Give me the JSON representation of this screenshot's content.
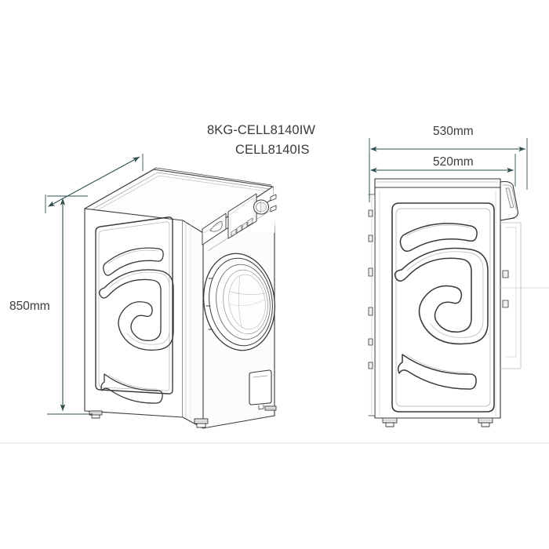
{
  "document": {
    "type": "technical-dimension-drawing",
    "product": "front-load washing machine",
    "background_color": "#ffffff",
    "line_color": "#3a3a3a",
    "dimension_color": "#2f4f4f",
    "text_color": "#3a3a3a"
  },
  "titles": {
    "model_line_1": "8KG-CELL8140IW",
    "model_line_2": "CELL8140IS"
  },
  "dimensions": {
    "height": {
      "label": "850mm",
      "orientation": "vertical",
      "view": "front-perspective"
    },
    "depth_outer": {
      "label": "530mm",
      "orientation": "horizontal",
      "view": "side-elevation"
    },
    "depth_inner": {
      "label": "520mm",
      "orientation": "horizontal",
      "view": "side-elevation"
    }
  },
  "views": {
    "left": {
      "name": "front-perspective-view",
      "parts": [
        "top-panel",
        "control-panel",
        "detergent-drawer",
        "display-panel",
        "program-knob",
        "option-buttons",
        "door-assembly",
        "door-glass",
        "side-panel-swirl",
        "filter-access-hatch",
        "adjustable-feet"
      ]
    },
    "right": {
      "name": "side-elevation-view",
      "parts": [
        "top-panel",
        "side-panel-swirl",
        "rear-hose-connections",
        "control-panel-profile",
        "adjustable-feet"
      ]
    }
  },
  "ground_line": {
    "present": true,
    "color": "#d8d8d8"
  }
}
